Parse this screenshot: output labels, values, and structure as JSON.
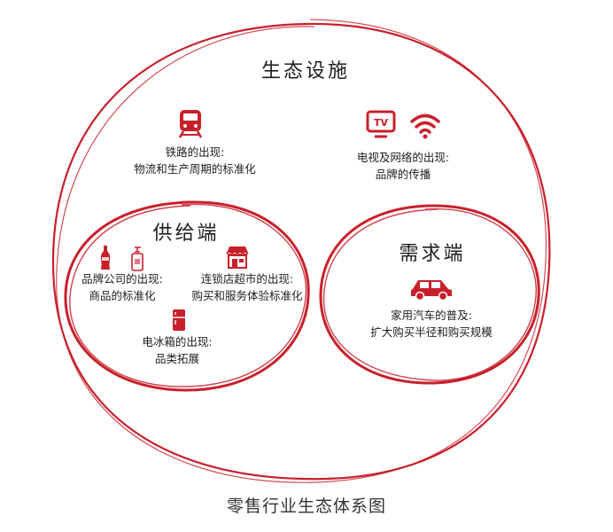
{
  "infrastructure": {
    "title": "生态设施",
    "railway": {
      "icon": "train-icon",
      "line1": "铁路的出现:",
      "line2": "物流和生产周期的标准化"
    },
    "media": {
      "icon_tv": "tv-icon",
      "tv_label": "TV",
      "icon_wifi": "wifi-icon",
      "line1": "电视及网络的出现:",
      "line2": "品牌的传播"
    }
  },
  "supply": {
    "title": "供给端",
    "brand": {
      "icons": [
        "cola-bottle-icon",
        "pump-bottle-icon"
      ],
      "line1": "品牌公司的出现:",
      "line2": "商品的标准化"
    },
    "chain": {
      "icon": "storefront-icon",
      "line1": "连锁店超市的出现:",
      "line2": "购买和服务体验标准化"
    },
    "fridge": {
      "icon": "fridge-icon",
      "line1": "电冰箱的出现:",
      "line2": "品类拓展"
    }
  },
  "demand": {
    "title": "需求端",
    "car": {
      "icon": "car-icon",
      "line1": "家用汽车的普及:",
      "line2": "扩大购买半径和购买规模"
    }
  },
  "caption": "零售行业生态体系图",
  "colors": {
    "accent": "#c8202b",
    "text": "#1e1e1e"
  }
}
